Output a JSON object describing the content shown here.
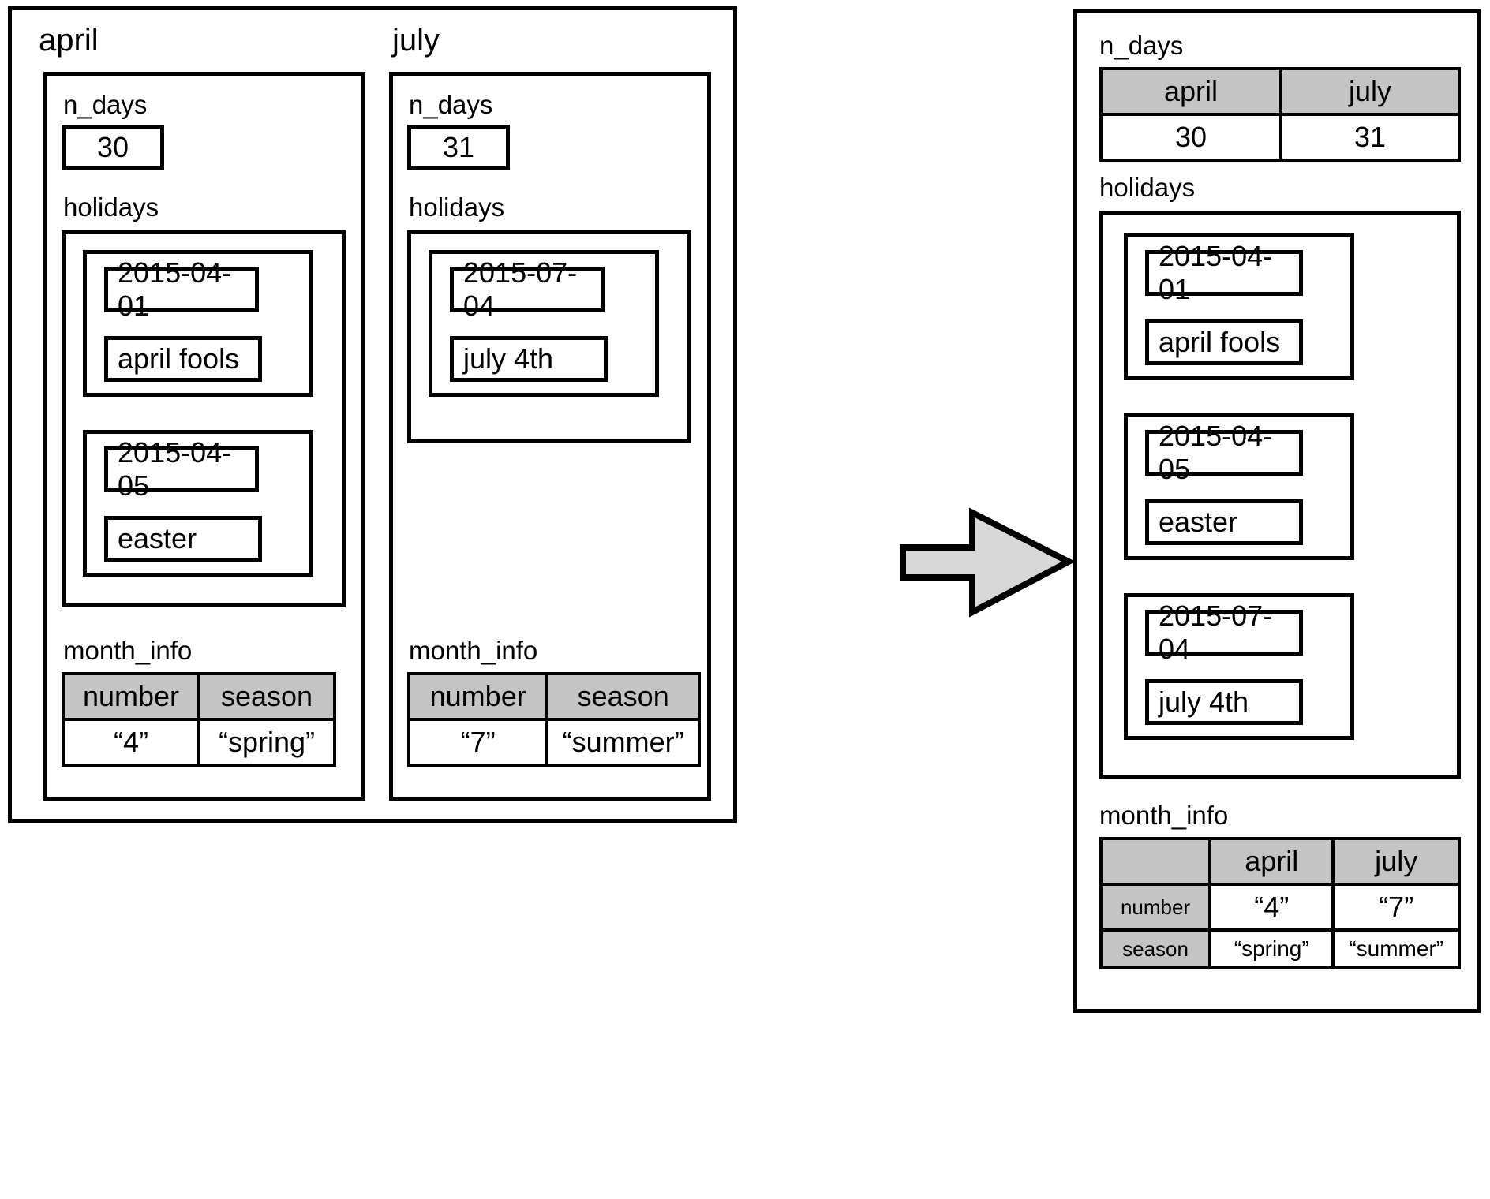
{
  "diagram": {
    "title_left_a": "april",
    "title_left_b": "july",
    "arrow": "right-arrow"
  },
  "labels": {
    "n_days": "n_days",
    "holidays": "holidays",
    "month_info": "month_info"
  },
  "left": {
    "april": {
      "name": "april",
      "n_days": "30",
      "holidays": [
        {
          "date": "2015-04-01",
          "name": "april fools"
        },
        {
          "date": "2015-04-05",
          "name": "easter"
        }
      ],
      "month_info": {
        "headers": [
          "number",
          "season"
        ],
        "values": [
          "“4”",
          "“spring”"
        ]
      }
    },
    "july": {
      "name": "july",
      "n_days": "31",
      "holidays": [
        {
          "date": "2015-07-04",
          "name": "july 4th"
        }
      ],
      "month_info": {
        "headers": [
          "number",
          "season"
        ],
        "values": [
          "“7”",
          "“summer”"
        ]
      }
    }
  },
  "right": {
    "n_days_table": {
      "headers": [
        "april",
        "july"
      ],
      "values": [
        "30",
        "31"
      ]
    },
    "holidays": [
      {
        "date": "2015-04-01",
        "name": "april fools"
      },
      {
        "date": "2015-04-05",
        "name": "easter"
      },
      {
        "date": "2015-07-04",
        "name": "july 4th"
      }
    ],
    "month_info_table": {
      "corner": "",
      "col_headers": [
        "april",
        "july"
      ],
      "row_headers": [
        "number",
        "season"
      ],
      "rows": [
        [
          "“4”",
          "“7”"
        ],
        [
          "“spring”",
          "“summer”"
        ]
      ]
    }
  },
  "colors": {
    "header_fill": "#c4c4c4",
    "arrow_fill": "#d8d8d8",
    "stroke": "#000000"
  }
}
